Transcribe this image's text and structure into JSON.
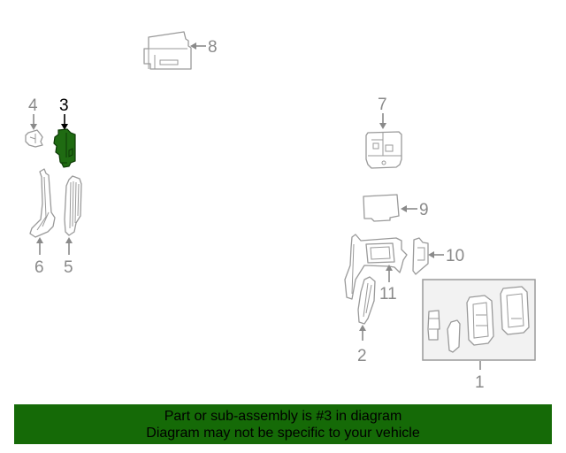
{
  "diagram": {
    "highlighted_part": "3",
    "callouts": [
      {
        "id": "1",
        "label": "1"
      },
      {
        "id": "2",
        "label": "2"
      },
      {
        "id": "3",
        "label": "3"
      },
      {
        "id": "4",
        "label": "4"
      },
      {
        "id": "5",
        "label": "5"
      },
      {
        "id": "6",
        "label": "6"
      },
      {
        "id": "7",
        "label": "7"
      },
      {
        "id": "8",
        "label": "8"
      },
      {
        "id": "9",
        "label": "9"
      },
      {
        "id": "10",
        "label": "10"
      },
      {
        "id": "11",
        "label": "11"
      }
    ],
    "colors": {
      "highlight": "#1f6b12",
      "line": "#9a9a9a",
      "banner": "#156a07"
    }
  },
  "banner": {
    "line1": "Part or sub-assembly is #3 in diagram",
    "line2": "Diagram may not be specific to your vehicle"
  }
}
